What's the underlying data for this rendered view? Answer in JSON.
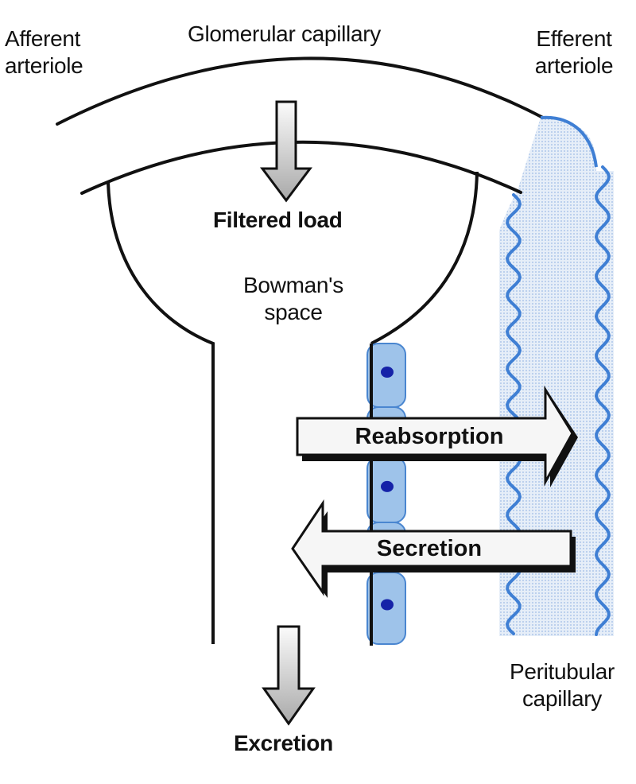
{
  "labels": {
    "afferent_arteriole": "Afferent\narteriole",
    "glomerular_capillary": "Glomerular capillary",
    "efferent_arteriole": "Efferent\narteriole",
    "filtered_load": "Filtered load",
    "bowmans_space": "Bowman's\nspace",
    "reabsorption": "Reabsorption",
    "secretion": "Secretion",
    "peritubular_capillary": "Peritubular\ncapillary",
    "excretion": "Excretion"
  },
  "colors": {
    "outline": "#111111",
    "cell_fill": "#9ec3ea",
    "cell_edge": "#4a86d0",
    "nucleus": "#1522a8",
    "capillary_blue": "#3f7fd4",
    "capillary_light": "#c9dcf3",
    "arrow_fill": "#f4f4f4",
    "arrow_shadow": "#111111"
  }
}
